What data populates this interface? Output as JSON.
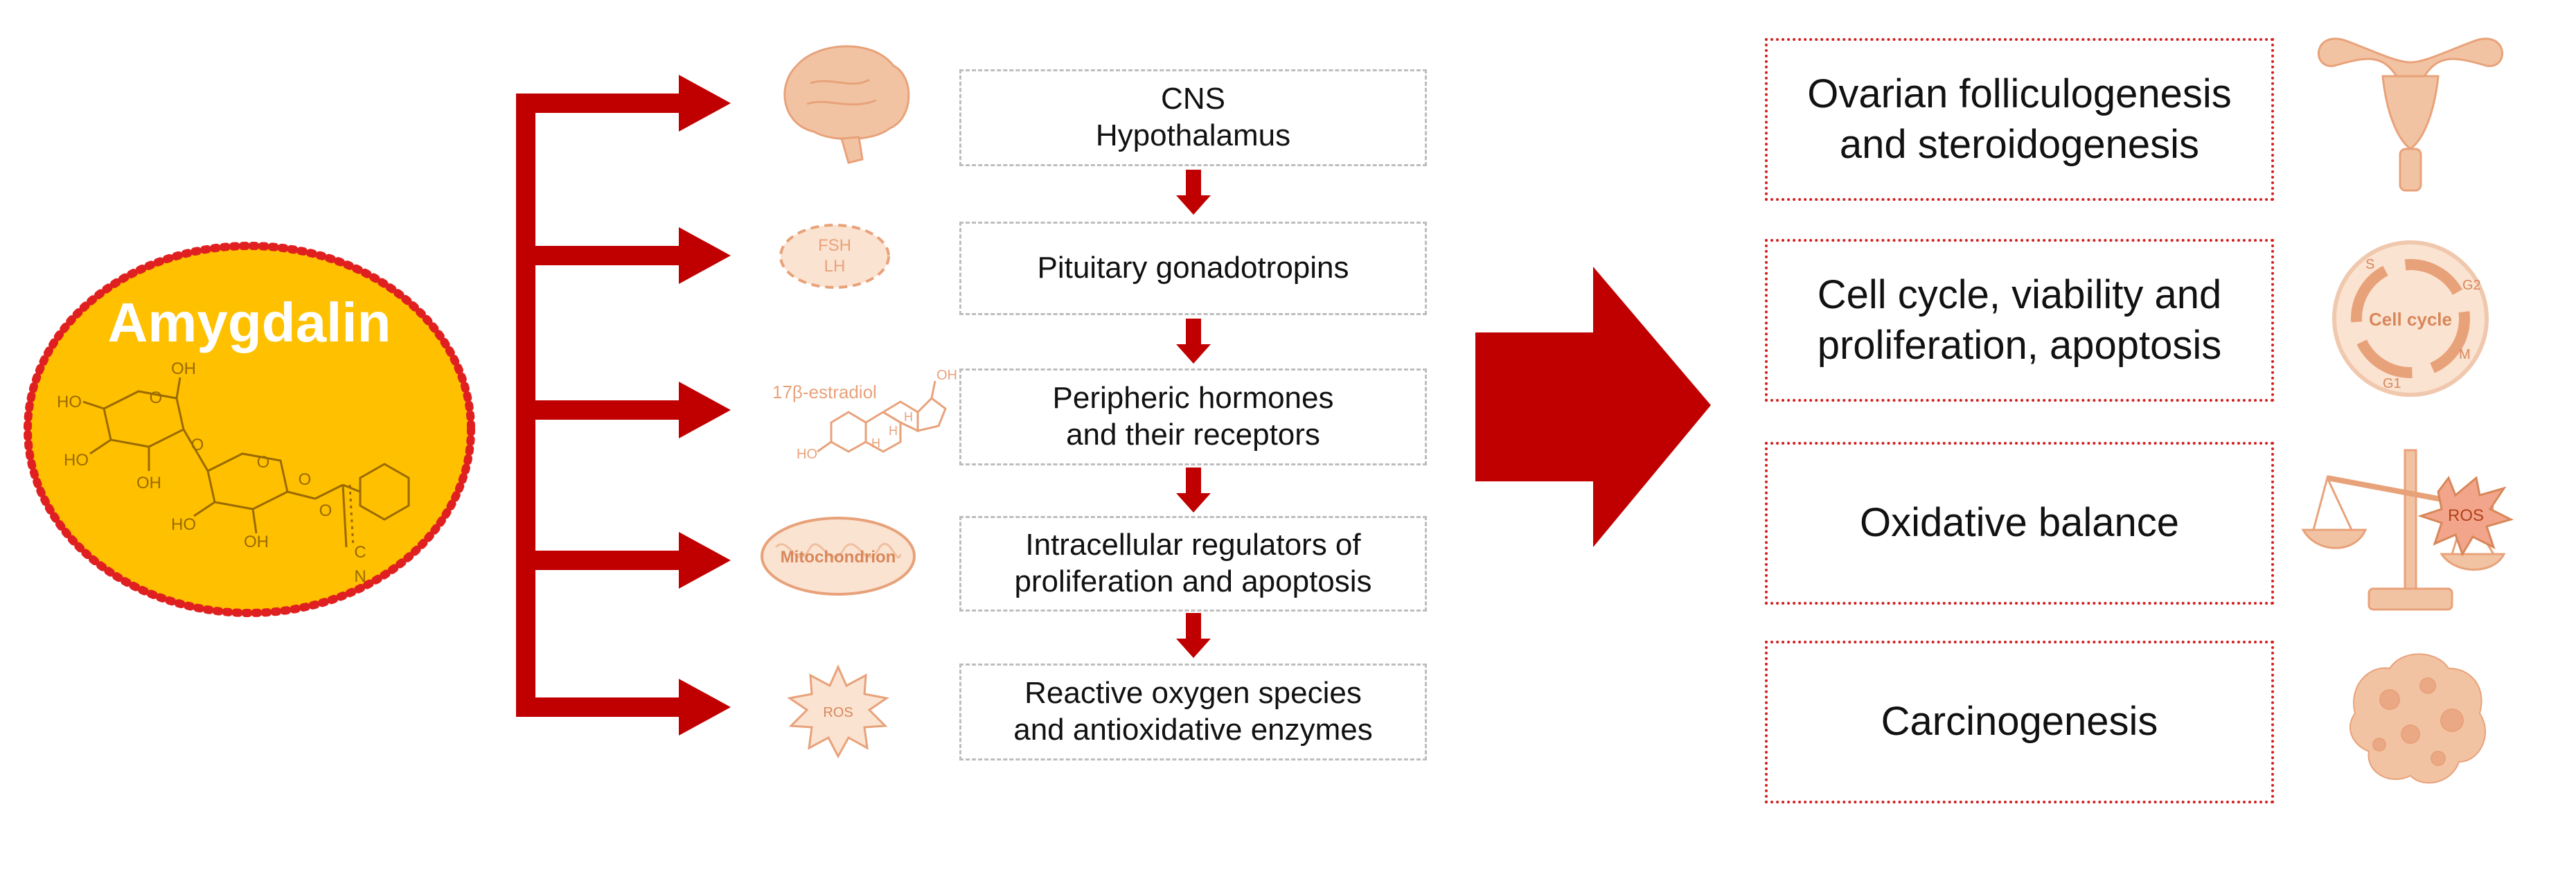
{
  "source": {
    "title": "Amygdalin",
    "chem_labels": [
      "OH",
      "HO",
      "HO",
      "O",
      "O",
      "OH",
      "O",
      "HO",
      "O",
      "O",
      "OH",
      "C",
      "N"
    ]
  },
  "targets": [
    {
      "icon": "brain-icon",
      "lines": [
        "CNS",
        "Hypothalamus"
      ]
    },
    {
      "icon": "pituitary-icon",
      "icon_text": [
        "FSH",
        "LH"
      ],
      "lines": [
        "Pituitary gonadotropins"
      ]
    },
    {
      "icon": "estradiol-icon",
      "icon_text": [
        "17β-estradiol",
        "OH",
        "H",
        "H",
        "H",
        "HO"
      ],
      "lines": [
        "Peripheric hormones",
        "and their receptors"
      ]
    },
    {
      "icon": "mitochondrion-icon",
      "icon_text": [
        "Mitochondrion"
      ],
      "lines": [
        "Intracellular regulators of",
        "proliferation and apoptosis"
      ]
    },
    {
      "icon": "ros-burst-icon",
      "icon_text": [
        "ROS"
      ],
      "lines": [
        "Reactive oxygen species",
        "and antioxidative enzymes"
      ]
    }
  ],
  "outcomes": [
    {
      "icon": "uterus-icon",
      "lines": [
        "Ovarian folliculogenesis",
        "and steroidogenesis"
      ]
    },
    {
      "icon": "cell-cycle-icon",
      "icon_text": [
        "Cell cycle",
        "S",
        "G2",
        "M",
        "G1"
      ],
      "lines": [
        "Cell cycle, viability and",
        "proliferation, apoptosis"
      ]
    },
    {
      "icon": "balance-scale-icon",
      "icon_text": [
        "ROS"
      ],
      "lines": [
        "Oxidative balance"
      ]
    },
    {
      "icon": "tumor-icon",
      "lines": [
        "Carcinogenesis"
      ]
    }
  ],
  "colors": {
    "arrow": "#c00000",
    "amygdalin_fill": "#ffc000",
    "amygdalin_border": "#e02020",
    "icon": "#e8a27a",
    "icon_dark": "#d8875a",
    "outcome_border": "#d21e1e",
    "mid_border": "#bdbdbd"
  }
}
